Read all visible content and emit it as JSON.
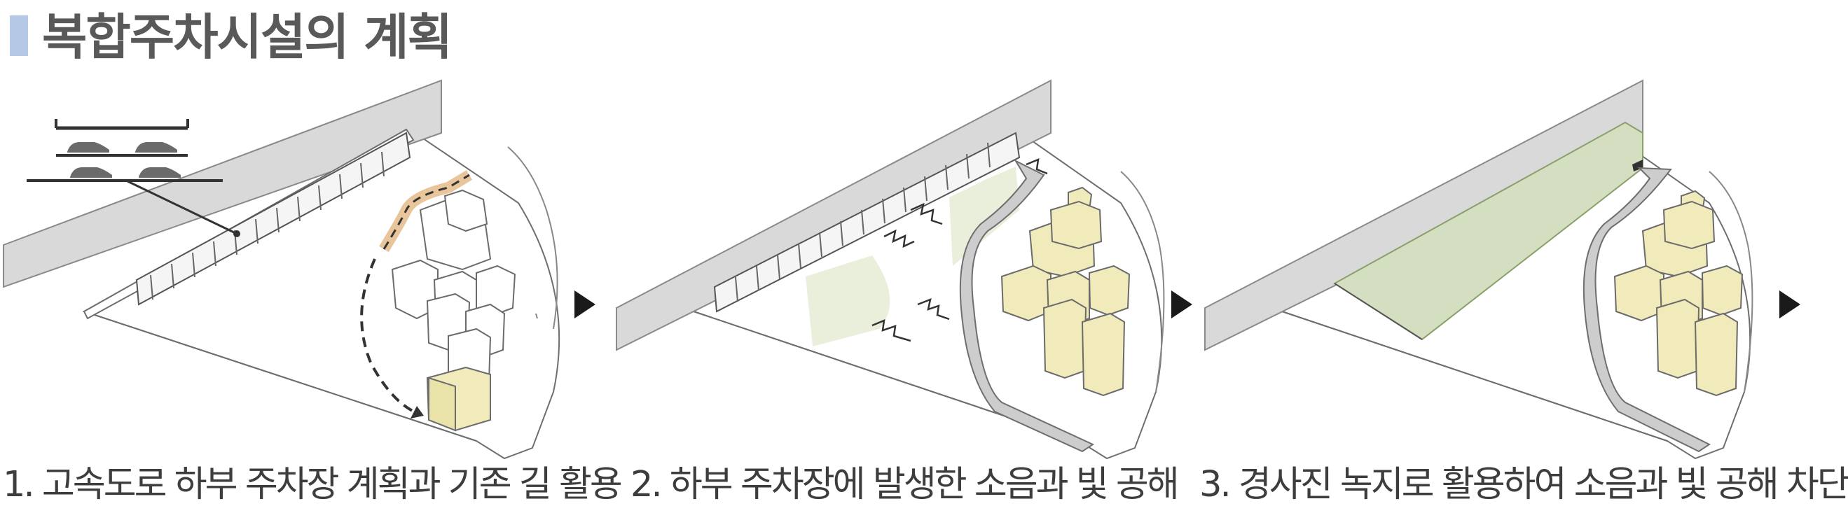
{
  "page": {
    "title": "복합주차시설의 계획",
    "accent_color": "#b5c8e6"
  },
  "panels": [
    {
      "caption": "1. 고속도로 하부 주차장 계획과 기존 길 활용"
    },
    {
      "caption": "2. 하부 주차장에 발생한 소음과 빛 공해"
    },
    {
      "caption": "3. 경사진 녹지로 활용하여 소음과 빛 공해 차단"
    }
  ],
  "icons": [
    "car-icon",
    "play-arrow-icon",
    "noise-zigzag-icon"
  ],
  "colors": {
    "highway": "#d9d9d9",
    "building_highlight": "#f1ebbb",
    "green": "#d4dfc1",
    "path_orange": "#e8c59a"
  }
}
